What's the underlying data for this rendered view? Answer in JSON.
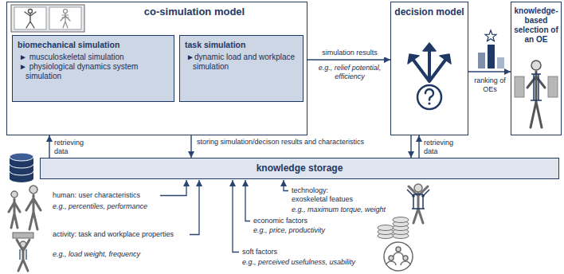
{
  "diagram": {
    "nodes": [
      {
        "text": [
          "co-simulation model"
        ]
      },
      {
        "text": [
          "biomechanical simulation",
          "► musculoskeletal simulation",
          "► physiological dynamics system simulation"
        ],
        "in": 0
      },
      {
        "text": [
          "task simulation",
          "►dynamic load and workplace simulation"
        ],
        "in": 0
      },
      {
        "text": [
          "decision model"
        ]
      },
      {
        "text": [
          "knowledge-based selection of an OE"
        ]
      },
      {
        "text": [
          "knowledge storage"
        ]
      }
    ],
    "edges": [
      {
        "from": 0,
        "to": 3,
        "arrow": "to",
        "label": "simulation results"
      },
      {
        "from": 3,
        "to": 4,
        "arrow": "to"
      },
      {
        "from": 5,
        "to": 0,
        "arrow": "to",
        "label": "retrieving data"
      },
      {
        "from": 0,
        "to": 5,
        "arrow": "to",
        "label": "storing simulation/decison results and characteristics"
      },
      {
        "from": 3,
        "to": 5,
        "arrow": "to"
      },
      {
        "from": 5,
        "to": 3,
        "arrow": "to",
        "label": "retrieving data"
      }
    ],
    "labels": [
      "e.g., relief potential, efficiency",
      "ranking of OEs",
      "human: user characteristics",
      "e.g., percentiles, performance",
      "activity: task and workplace properties",
      "e.g., load weight, frequency",
      "technology: exoskeletal featues",
      "e.g., maximum torque, weight",
      "economic factors",
      "e.g., price, productivity",
      "soft factors",
      "e.g., perceived usefulness, usability"
    ]
  }
}
